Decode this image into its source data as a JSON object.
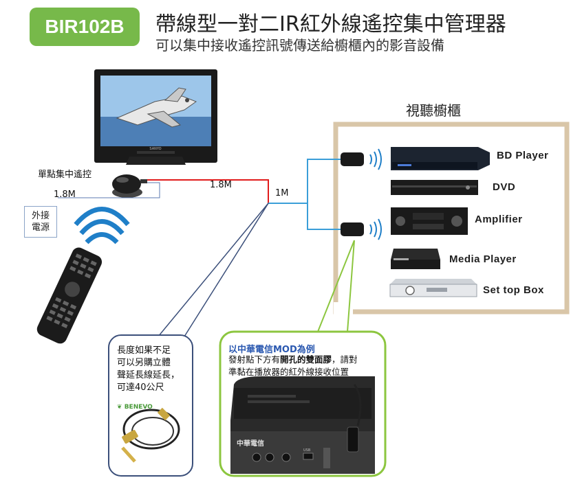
{
  "header": {
    "model": "BIR102B",
    "title": "帶線型一對二IR紅外線遙控集中管理器",
    "subtitle": "可以集中接收遙控訊號傳送給櫥櫃內的影音設備"
  },
  "receiver": {
    "label": "單點集中遙控",
    "cable_left": "1.8M",
    "cable_right": "1.8M",
    "power_label_line1": "外接",
    "power_label_line2": "電源"
  },
  "splitter": {
    "cable_label": "1M"
  },
  "tv": {
    "brand": "SANYO"
  },
  "cabinet": {
    "title": "視聽櫥櫃",
    "devices": [
      "BD Player",
      "DVD",
      "Amplifier",
      "Media Player",
      "Set top Box"
    ]
  },
  "cable_callout": {
    "line1": "長度如果不足",
    "line2": "可以另購立體",
    "line3": "聲延長線延長，",
    "line4": "可達40公尺",
    "brand": "BENEVO"
  },
  "mod_callout": {
    "title": "以中華電信MOD為例",
    "line1_a": "發射點下方有",
    "line1_b": "開孔的雙面膠",
    "line1_c": "，請對",
    "line2": "準黏在播放器的紅外線接收位置",
    "device_text": "中華電信",
    "port_usb": "USB"
  },
  "colors": {
    "badge": "#77b94a",
    "cabinet_border": "#d9c6a8",
    "red_cable": "#e11b1b",
    "blue_cable": "#3a9ed8",
    "dark_cable": "#3b4f7a",
    "callout_border": "#8cc63f"
  }
}
